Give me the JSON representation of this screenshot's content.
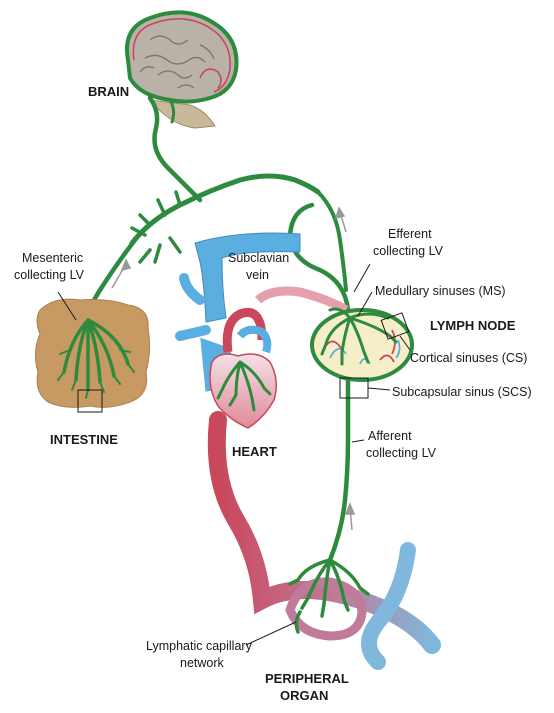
{
  "organs": {
    "brain": "BRAIN",
    "intestine": "INTESTINE",
    "heart": "HEART",
    "lymph_node": "LYMPH NODE",
    "peripheral_organ": [
      "PERIPHERAL",
      "ORGAN"
    ]
  },
  "labels": {
    "mesenteric": [
      "Mesenteric",
      "collecting LV"
    ],
    "subclavian": [
      "Subclavian",
      "vein"
    ],
    "efferent": [
      "Efferent",
      "collecting LV"
    ],
    "medullary": "Medullary sinuses (MS)",
    "cortical": "Cortical sinuses (CS)",
    "subcapsular": "Subcapsular sinus (SCS)",
    "afferent": [
      "Afferent",
      "collecting LV"
    ],
    "capillary": [
      "Lymphatic capillary",
      "network"
    ]
  },
  "colors": {
    "lymphatic": "#2e8b3e",
    "vein": "#5aaee0",
    "artery": "#c9485b",
    "brain_tissue": "#b8b2a8",
    "intestine_tissue": "#c79a64",
    "node_fill": "#f6eec9",
    "arrow": "#9a9a9a"
  }
}
